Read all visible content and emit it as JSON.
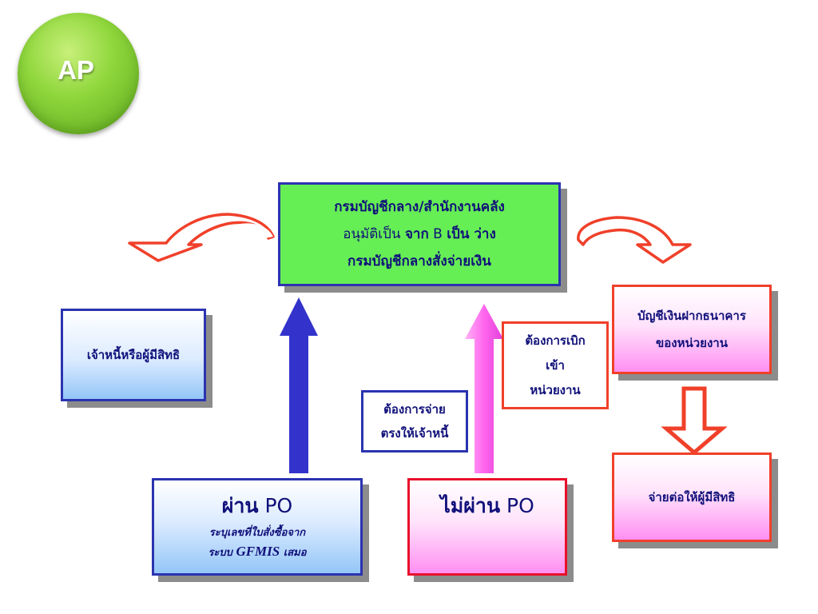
{
  "badge": {
    "label": "AP"
  },
  "center_box": {
    "line1": "กรมบัญชีกลาง/สำนักงานคลัง",
    "line2_prefix": "อนุมัติเป็น",
    "line2_from": "จาก",
    "line2_b": "B",
    "line2_to": "เป็น ว่าง",
    "line3": "กรมบัญชีกลางสั่งจ่ายเงิน"
  },
  "creditor_box": {
    "label": "เจ้าหนี้หรือผู้มีสิทธิ"
  },
  "bank_box": {
    "line1": "บัญชีเงินฝากธนาคาร",
    "line2": "ของหน่วยงาน"
  },
  "pay_box": {
    "label": "จ่ายต่อให้ผู้มีสิทธิ"
  },
  "po_box": {
    "title_th": "ผ่าน",
    "title_en": "PO",
    "note_line1": "ระบุเลขที่ใบสั่งซื้อจาก",
    "note_line2_prefix": "ระบบ",
    "note_line2_gf": "GFMIS",
    "note_line2_suffix": "เสมอ"
  },
  "no_po_box": {
    "title_th": "ไม่ผ่าน",
    "title_en": "PO"
  },
  "direct_pay_label": {
    "line1": "ต้องการจ่าย",
    "line2": "ตรงให้เจ้าหนี้"
  },
  "withdraw_label": {
    "line1": "ต้องการเบิก",
    "line2": "เข้า",
    "line3": "หน่วยงาน"
  },
  "colors": {
    "badge_green": "#8fd63c",
    "center_fill": "#66ee55",
    "blue_border": "#2b33b0",
    "red_border": "#f0402a",
    "blue_arrow": "#3333cc",
    "pink_arrow": "#ff77ee",
    "curved_arrow_stroke": "#f0402a"
  }
}
